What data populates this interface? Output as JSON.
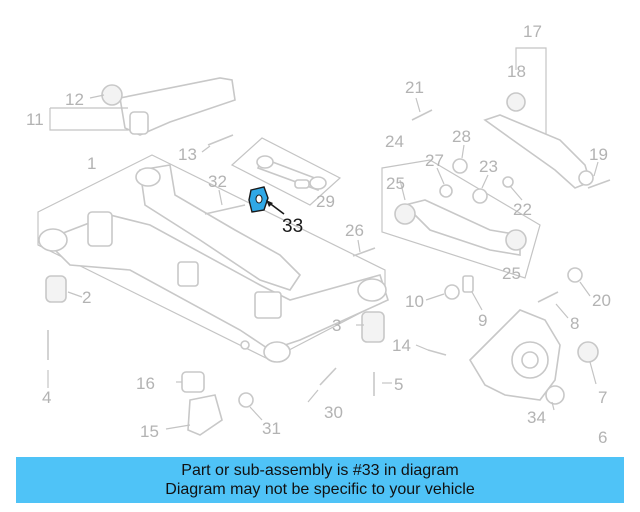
{
  "diagram": {
    "highlighted_callout": "33",
    "highlight_color": "#2fa8e6",
    "callout_color": "#b3b3b3",
    "callouts": [
      {
        "key": "c1",
        "text": "1"
      },
      {
        "key": "c2",
        "text": "2"
      },
      {
        "key": "c3",
        "text": "3"
      },
      {
        "key": "c4",
        "text": "4"
      },
      {
        "key": "c5",
        "text": "5"
      },
      {
        "key": "c6",
        "text": "6"
      },
      {
        "key": "c7",
        "text": "7"
      },
      {
        "key": "c8",
        "text": "8"
      },
      {
        "key": "c9",
        "text": "9"
      },
      {
        "key": "c10",
        "text": "10"
      },
      {
        "key": "c11",
        "text": "11"
      },
      {
        "key": "c12",
        "text": "12"
      },
      {
        "key": "c13",
        "text": "13"
      },
      {
        "key": "c14",
        "text": "14"
      },
      {
        "key": "c15",
        "text": "15"
      },
      {
        "key": "c16",
        "text": "16"
      },
      {
        "key": "c17",
        "text": "17"
      },
      {
        "key": "c18",
        "text": "18"
      },
      {
        "key": "c19",
        "text": "19"
      },
      {
        "key": "c20",
        "text": "20"
      },
      {
        "key": "c21",
        "text": "21"
      },
      {
        "key": "c22",
        "text": "22"
      },
      {
        "key": "c23",
        "text": "23"
      },
      {
        "key": "c24",
        "text": "24"
      },
      {
        "key": "c25a",
        "text": "25"
      },
      {
        "key": "c25b",
        "text": "25"
      },
      {
        "key": "c26",
        "text": "26"
      },
      {
        "key": "c27",
        "text": "27"
      },
      {
        "key": "c28",
        "text": "28"
      },
      {
        "key": "c29",
        "text": "29"
      },
      {
        "key": "c30",
        "text": "30"
      },
      {
        "key": "c31",
        "text": "31"
      },
      {
        "key": "c32",
        "text": "32"
      },
      {
        "key": "c33",
        "text": "33"
      },
      {
        "key": "c34",
        "text": "34"
      }
    ]
  },
  "banner": {
    "line1": "Part or sub-assembly is #33 in diagram",
    "line2": "Diagram may not be specific to your vehicle",
    "background": "#4fc3f7"
  }
}
